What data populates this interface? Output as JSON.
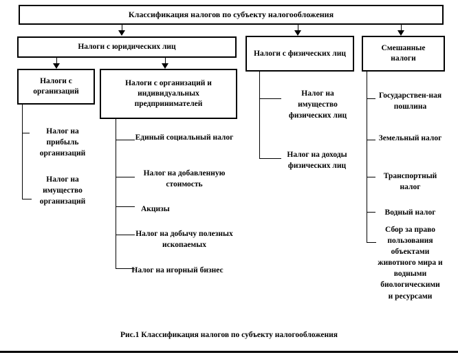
{
  "title": "Классификация налогов по субъекту налогообложения",
  "caption": "Рис.1 Классификация налогов по субъекту налогообложения",
  "colors": {
    "line": "#000000",
    "background": "#ffffff",
    "text": "#000000"
  },
  "boxes": {
    "legal": "Налоги с юридических лиц",
    "individuals": "Налоги с физических лиц",
    "mixed": "Смешанные налоги",
    "organizations": "Налоги с организаций",
    "org_entrepreneurs": "Налоги с организаций и индивидуальных предпринимателей"
  },
  "lists": {
    "organizations": [
      "Налог на прибыль организаций",
      "Налог на имущество организаций"
    ],
    "org_entrepreneurs": [
      "Единый социальный налог",
      "Налог на добавленную стоимость",
      "Акцизы",
      "Налог на добычу полезных ископаемых",
      "Налог на игорный бизнес"
    ],
    "individuals": [
      "Налог на имущество физических лиц",
      "Налог на доходы физических лиц"
    ],
    "mixed": [
      "Государствен-ная пошлина",
      "Земельный налог",
      "Транспортный налог",
      "Водный налог",
      "Сбор за право пользования объектами животного мира и водными биологическими и ресурсами"
    ]
  }
}
